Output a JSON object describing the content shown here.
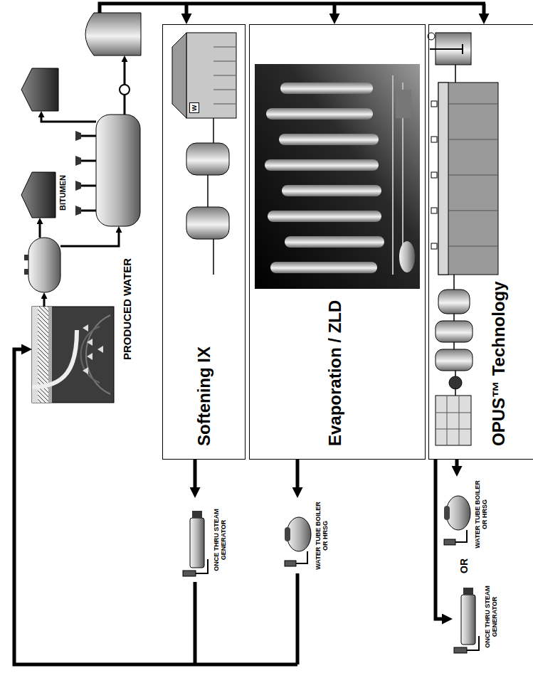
{
  "diagram": {
    "nodes": [
      {
        "text": [
          "BITUMEN"
        ]
      },
      {
        "text": [
          "Softening IX"
        ]
      },
      {
        "text": [
          "Evaporation / ZLD"
        ]
      },
      {
        "text": [
          "OPUS™ Technology"
        ]
      },
      {
        "text": [
          "ONCE THRU STEAM GENERATOR"
        ]
      },
      {
        "text": [
          "WATER TUBE BOILER OR HRSG"
        ]
      },
      {
        "text": [
          "WATER TUBE BOILER OR HRSG"
        ]
      },
      {
        "text": [
          "ONCE THRU STEAM GENERATOR"
        ]
      }
    ],
    "edges": [
      {
        "from": 1,
        "to": 4,
        "arrow": "to"
      },
      {
        "from": 2,
        "to": 5,
        "arrow": "to"
      },
      {
        "from": 3,
        "to": 6,
        "arrow": "to"
      },
      {
        "from": 3,
        "to": 7,
        "arrow": "to"
      }
    ],
    "labels": [
      "PRODUCED WATER",
      "W",
      "OR"
    ]
  }
}
